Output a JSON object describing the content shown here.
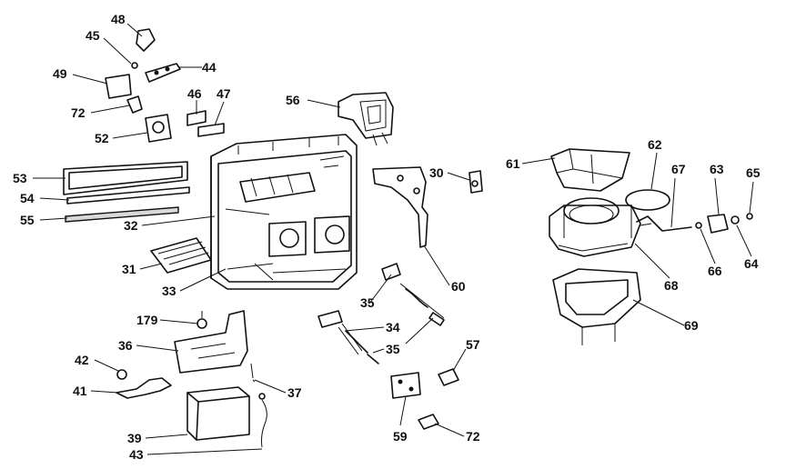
{
  "callouts": [
    {
      "id": "c48",
      "text": "48"
    },
    {
      "id": "c45",
      "text": "45"
    },
    {
      "id": "c44",
      "text": "44"
    },
    {
      "id": "c49",
      "text": "49"
    },
    {
      "id": "c46",
      "text": "46"
    },
    {
      "id": "c47",
      "text": "47"
    },
    {
      "id": "c72a",
      "text": "72"
    },
    {
      "id": "c52",
      "text": "52"
    },
    {
      "id": "c56",
      "text": "56"
    },
    {
      "id": "c53",
      "text": "53"
    },
    {
      "id": "c54",
      "text": "54"
    },
    {
      "id": "c55",
      "text": "55"
    },
    {
      "id": "c32",
      "text": "32"
    },
    {
      "id": "c31",
      "text": "31"
    },
    {
      "id": "c33",
      "text": "33"
    },
    {
      "id": "c30",
      "text": "30"
    },
    {
      "id": "c60",
      "text": "60"
    },
    {
      "id": "c35a",
      "text": "35"
    },
    {
      "id": "c34",
      "text": "34"
    },
    {
      "id": "c35b",
      "text": "35"
    },
    {
      "id": "c179",
      "text": "179"
    },
    {
      "id": "c36",
      "text": "36"
    },
    {
      "id": "c42",
      "text": "42"
    },
    {
      "id": "c41",
      "text": "41"
    },
    {
      "id": "c37",
      "text": "37"
    },
    {
      "id": "c39",
      "text": "39"
    },
    {
      "id": "c43",
      "text": "43"
    },
    {
      "id": "c57",
      "text": "57"
    },
    {
      "id": "c59",
      "text": "59"
    },
    {
      "id": "c72b",
      "text": "72"
    },
    {
      "id": "c61",
      "text": "61"
    },
    {
      "id": "c62",
      "text": "62"
    },
    {
      "id": "c67",
      "text": "67"
    },
    {
      "id": "c63",
      "text": "63"
    },
    {
      "id": "c65",
      "text": "65"
    },
    {
      "id": "c64",
      "text": "64"
    },
    {
      "id": "c66",
      "text": "66"
    },
    {
      "id": "c68",
      "text": "68"
    },
    {
      "id": "c69",
      "text": "69"
    }
  ]
}
